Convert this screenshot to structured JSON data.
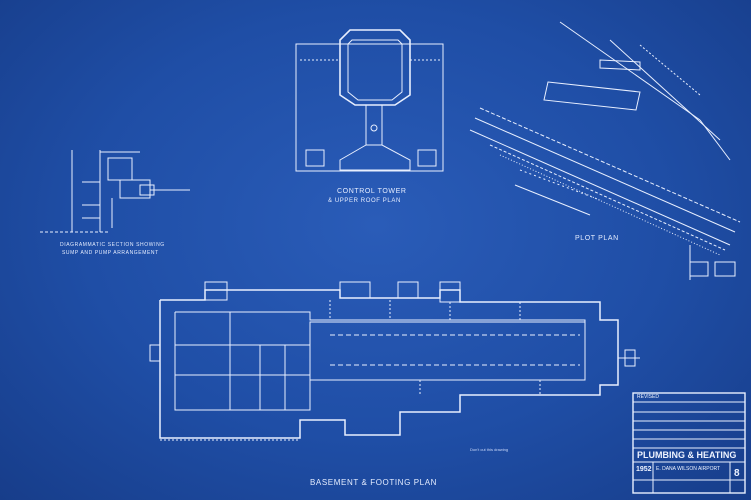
{
  "drawing": {
    "control_tower_title": "Control Tower",
    "control_tower_subtitle": "& Upper Roof Plan",
    "plot_plan_title": "Plot Plan",
    "section_title_1": "Diagrammatic Section Showing",
    "section_title_2": "Sump and Pump Arrangement",
    "basement_title": "Basement & Footing Plan",
    "basement_note": "Don't cut this drawing",
    "title_block": {
      "header": "Revised",
      "main_title": "Plumbing & Heating",
      "year": "1952",
      "project": "E. Dana Wilson Airport",
      "sheet_no": "8"
    }
  },
  "colors": {
    "paper": "#1f4ea6",
    "line": "#e8efff"
  }
}
